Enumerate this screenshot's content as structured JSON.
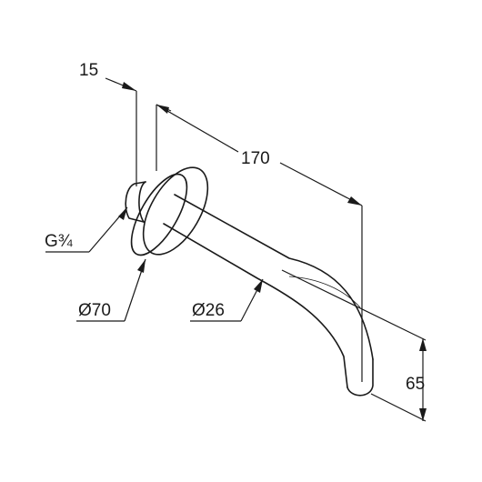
{
  "dimensions": {
    "wall_thickness": "15",
    "projection": "170",
    "thread": "G¾",
    "flange_diameter": "Ø70",
    "spout_diameter": "Ø26",
    "drop": "65"
  }
}
